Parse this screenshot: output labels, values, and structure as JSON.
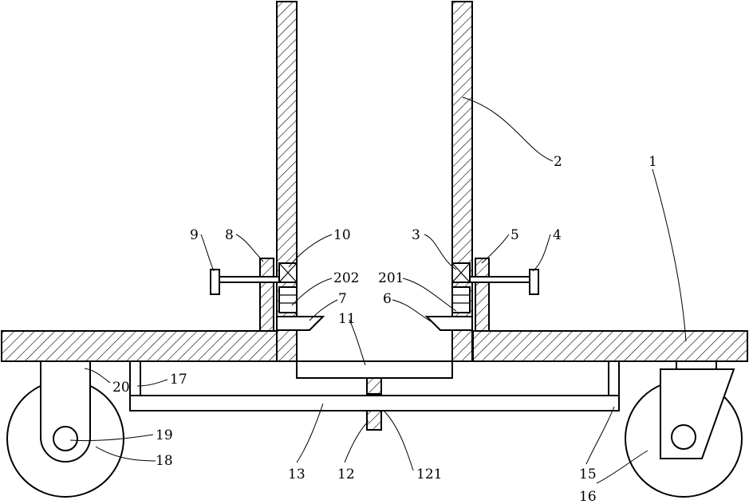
{
  "labels": {
    "l1": "1",
    "l2": "2",
    "l3": "3",
    "l4": "4",
    "l5": "5",
    "l6": "6",
    "l7": "7",
    "l8": "8",
    "l9": "9",
    "l10": "10",
    "l11": "11",
    "l12": "12",
    "l13": "13",
    "l15": "15",
    "l16": "16",
    "l17": "17",
    "l18": "18",
    "l19": "19",
    "l20": "20",
    "l121": "121",
    "l201": "201",
    "l202": "202"
  }
}
